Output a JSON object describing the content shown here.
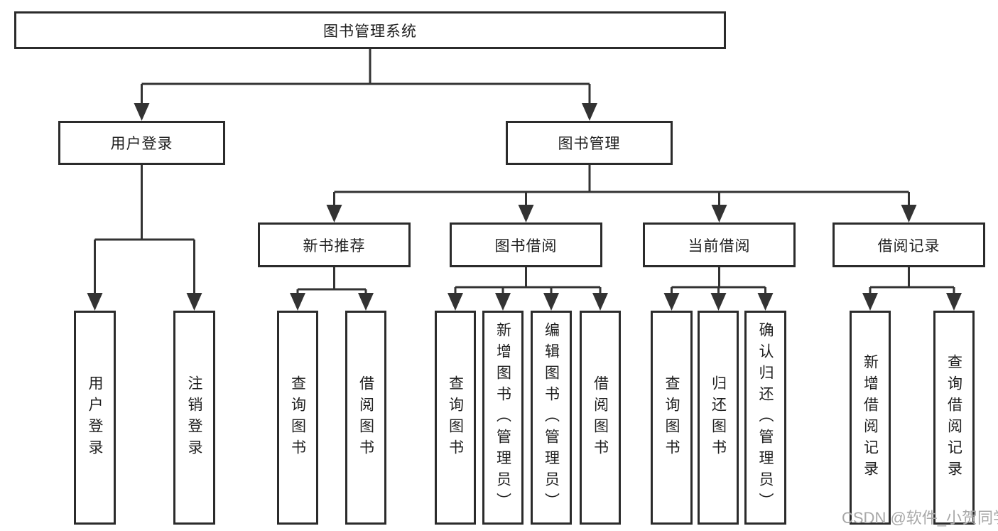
{
  "diagram": {
    "colors": {
      "line": "#333333",
      "boxBorder": "#2b2b2b",
      "boxFill": "#ffffff",
      "text": "#1f1f1f",
      "watermark": "#a8a8a8",
      "background": "#ffffff"
    },
    "watermark": "CSDN @软件_小贺同学",
    "nodes": {
      "root": "图书管理系统",
      "userLogin": "用户登录",
      "bookMgmt": "图书管理",
      "newBookRec": "新书推荐",
      "bookBorrow": "图书借阅",
      "currentBorrow": "当前借阅",
      "borrowRecords": "借阅记录",
      "leafUserLogin": "用户登录",
      "leafLogout": "注销登录",
      "leafQueryBooks1": "查询图书",
      "leafBorrowBooks1": "借阅图书",
      "leafQueryBooks2": "查询图书",
      "leafAddBooks": "新增图书（管理员）",
      "leafEditBooks": "编辑图书（管理员）",
      "leafBorrowBooks2": "借阅图书",
      "leafQueryBooks3": "查询图书",
      "leafReturnBooks": "归还图书",
      "leafConfirmReturn": "确认归还（管理员）",
      "leafAddBorrowRecord": "新增借阅记录",
      "leafQueryBorrowRecord": "查询借阅记录"
    }
  }
}
